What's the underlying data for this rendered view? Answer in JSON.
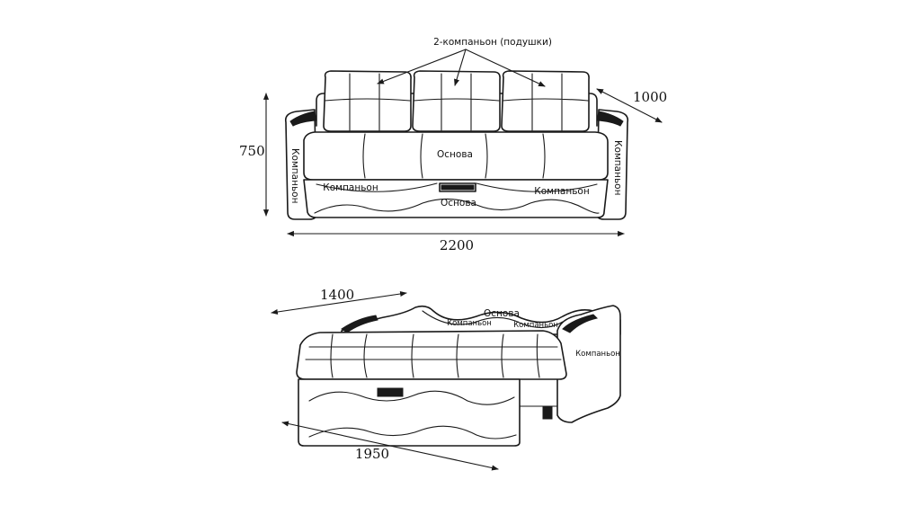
{
  "callouts": {
    "cushions": "2-компаньон (подушки)"
  },
  "front_view": {
    "label_base_top": "Основа",
    "label_base_bottom": "Основа",
    "label_companion_left": "Компаньон",
    "label_companion_right": "Компаньон",
    "label_arm_left": "Компаньон",
    "label_arm_right": "Компаньон",
    "dim_height": "750",
    "dim_width": "2200",
    "dim_depth": "1000"
  },
  "bed_view": {
    "label_base": "Основа",
    "label_companion_left": "Компаньон",
    "label_companion_right": "Компаньон",
    "label_arm": "Компаньон",
    "dim_bed_width": "1400",
    "dim_bed_length": "1950"
  }
}
